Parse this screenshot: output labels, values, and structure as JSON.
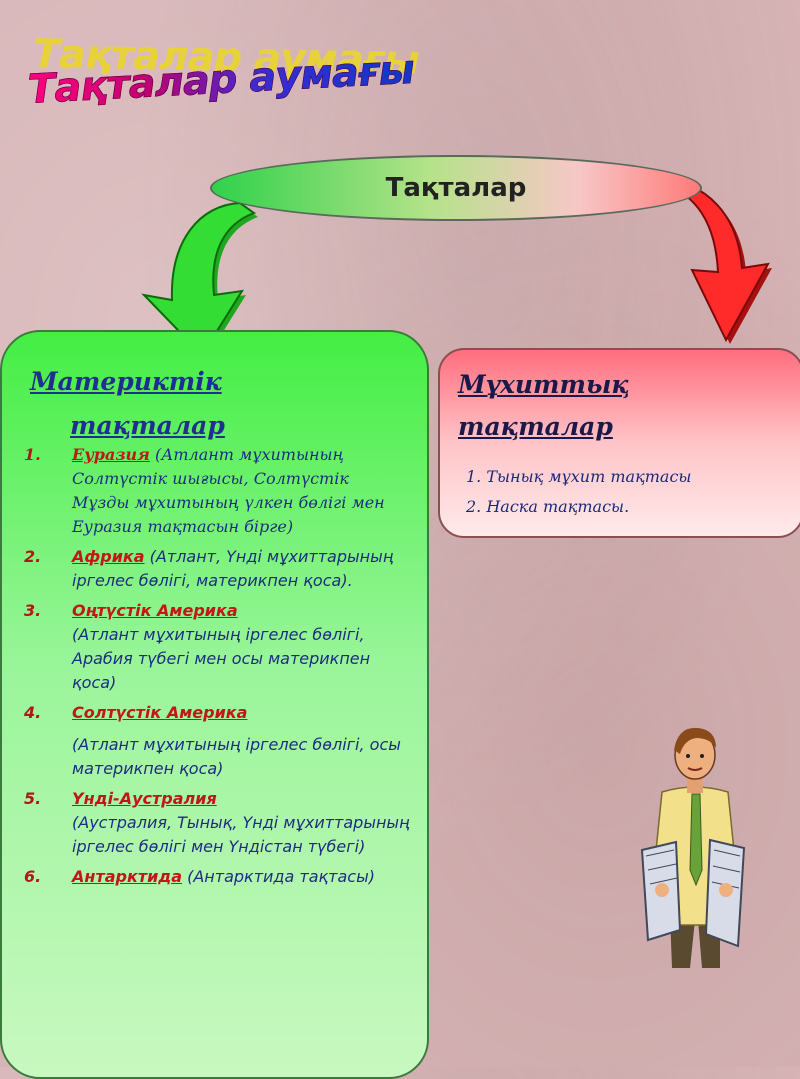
{
  "title": "Тақталар аумағы",
  "root_label": "Тақталар",
  "continental": {
    "heading_line1": "Материктік",
    "heading_line2": "тақталар",
    "items": [
      {
        "num": "1.",
        "name": "Еуразия",
        "desc": " (Атлант мұхитының Солтүстік шығысы, Солтүстік Мұзды мұхитының үлкен бөлігі мен Еуразия тақтасын бірге)"
      },
      {
        "num": "2.",
        "name": "Африка",
        "desc": " (Атлант, Үнді мұхиттарының іргелес бөлігі, материкпен қоса)."
      },
      {
        "num": "3.",
        "name": "Оңтүстік Америка",
        "desc": "(Атлант мұхитының іргелес бөлігі, Арабия түбегі мен осы материкпен қоса)"
      },
      {
        "num": "4.",
        "name": "Солтүстік Америка",
        "desc": "(Атлант мұхитының іргелес бөлігі, осы материкпен қоса)"
      },
      {
        "num": "5.",
        "name": "Үнді-Аустралия",
        "desc": "(Аустралия, Тынық, Үнді мұхиттарының іргелес бөлігі мен Үндістан түбегі)"
      },
      {
        "num": "6.",
        "name": "Антарктида",
        "desc": " (Антарктида тақтасы)"
      }
    ]
  },
  "oceanic": {
    "heading_line1": "Мұхиттық",
    "heading_line2": "тақталар",
    "items": [
      "1. Тынық мұхит тақтасы",
      "2. Наска тақтасы."
    ]
  },
  "colors": {
    "left_arrow": "#22cc22",
    "right_arrow": "#ee2222",
    "item_name": "#c01818",
    "item_desc": "#1d2d80"
  },
  "icons": {
    "left_arrow": "curved-arrow-down-left-icon",
    "right_arrow": "curved-arrow-down-right-icon",
    "illustration": "man-with-folders-clipart"
  }
}
